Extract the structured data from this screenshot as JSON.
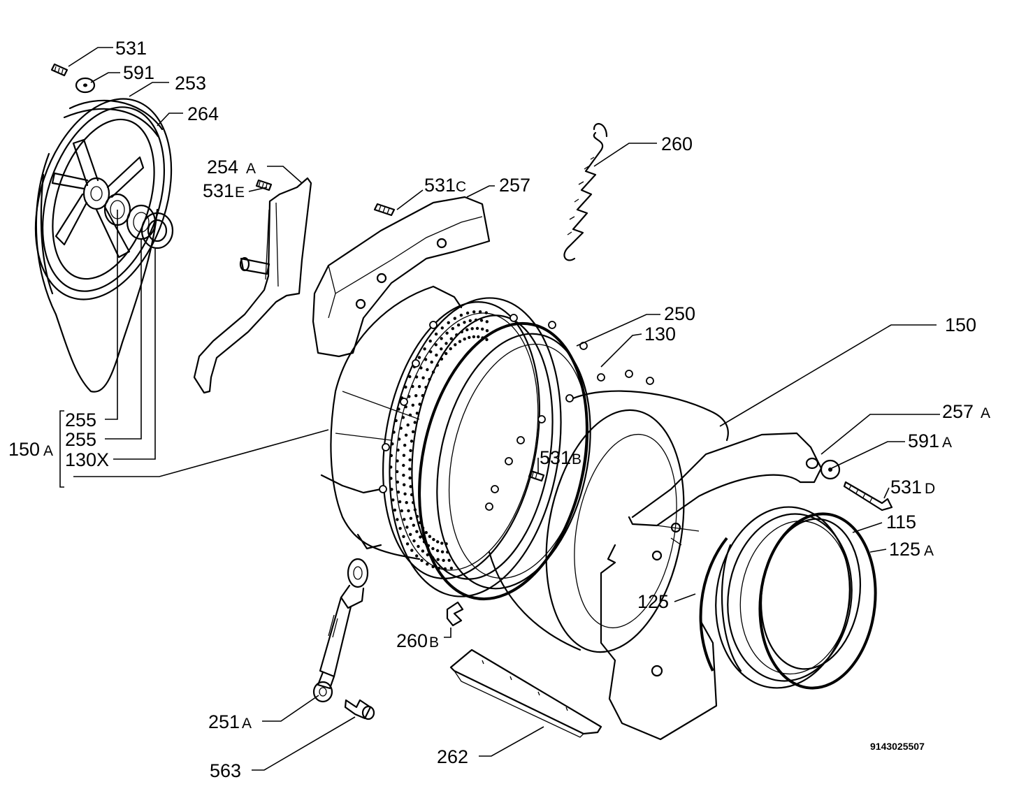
{
  "labels": {
    "l531": "531",
    "l591": "591",
    "l253": "253",
    "l264": "264",
    "l254": "254",
    "l254s": "A",
    "l531e": "531",
    "l531es": "E",
    "l531c": "531",
    "l531cs": "C",
    "l257": "257",
    "l260": "260",
    "l250": "250",
    "l130": "130",
    "l150": "150",
    "l257a": "257",
    "l257as": "A",
    "l591a": "591",
    "l591as": "A",
    "l531d": "531",
    "l531ds": "D",
    "l115": "115",
    "l125a": "125",
    "l125as": "A",
    "l125": "125",
    "l531b": "531",
    "l531bs": "B",
    "l255a": "255",
    "l255b": "255",
    "l130x": "130X",
    "l150a": "150",
    "l150as": "A",
    "l260b": "260",
    "l260bs": "B",
    "l251a": "251",
    "l251as": "A",
    "l563": "563",
    "l262": "262"
  },
  "drawing_code": "9143025507"
}
